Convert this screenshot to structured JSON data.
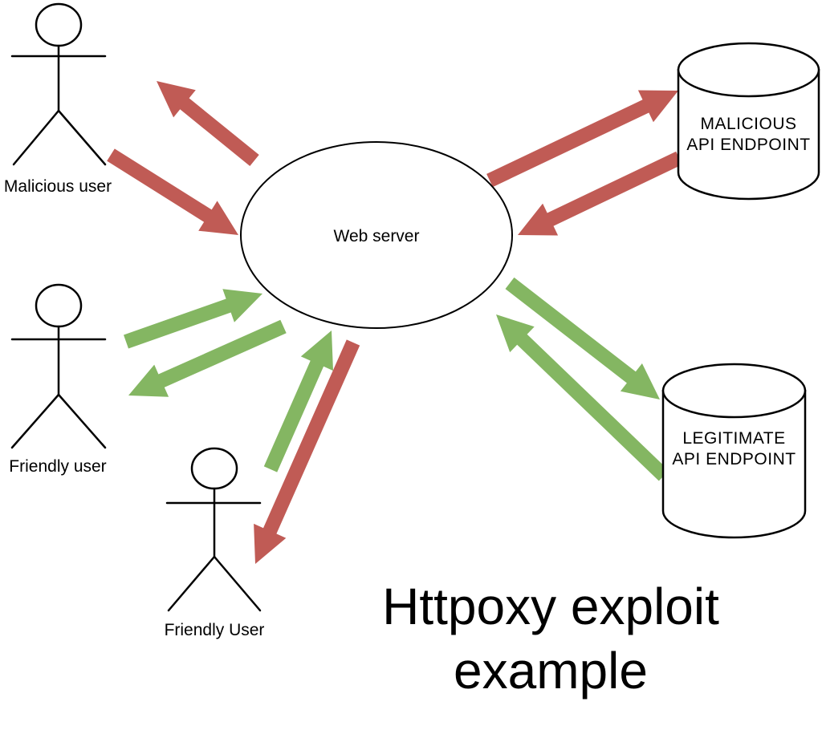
{
  "title": {
    "line1": "Httpoxy exploit",
    "line2": "example"
  },
  "colors": {
    "malicious": "#c05b55",
    "friendly": "#84b662",
    "outline": "#000000",
    "background": "#ffffff"
  },
  "nodes": {
    "web_server": {
      "shape": "ellipse",
      "label": "Web server"
    },
    "malicious_user": {
      "shape": "actor",
      "label": "Malicious user"
    },
    "friendly_user_1": {
      "shape": "actor",
      "label": "Friendly user"
    },
    "friendly_user_2": {
      "shape": "actor",
      "label": "Friendly User"
    },
    "malicious_api_endpoint": {
      "shape": "cylinder",
      "label_line1": "MALICIOUS",
      "label_line2": "API ENDPOINT"
    },
    "legitimate_api_endpoint": {
      "shape": "cylinder",
      "label_line1": "LEGITIMATE",
      "label_line2": "API ENDPOINT"
    }
  },
  "edges": [
    {
      "from": "web_server",
      "to": "malicious_user",
      "type": "malicious"
    },
    {
      "from": "malicious_user",
      "to": "web_server",
      "type": "malicious"
    },
    {
      "from": "web_server",
      "to": "malicious_api_endpoint",
      "type": "malicious"
    },
    {
      "from": "malicious_api_endpoint",
      "to": "web_server",
      "type": "malicious"
    },
    {
      "from": "friendly_user_1",
      "to": "web_server",
      "type": "friendly"
    },
    {
      "from": "web_server",
      "to": "friendly_user_1",
      "type": "friendly"
    },
    {
      "from": "friendly_user_2",
      "to": "web_server",
      "type": "friendly"
    },
    {
      "from": "web_server",
      "to": "friendly_user_2",
      "type": "malicious"
    },
    {
      "from": "web_server",
      "to": "legitimate_api_endpoint",
      "type": "friendly"
    },
    {
      "from": "legitimate_api_endpoint",
      "to": "web_server",
      "type": "friendly"
    }
  ]
}
